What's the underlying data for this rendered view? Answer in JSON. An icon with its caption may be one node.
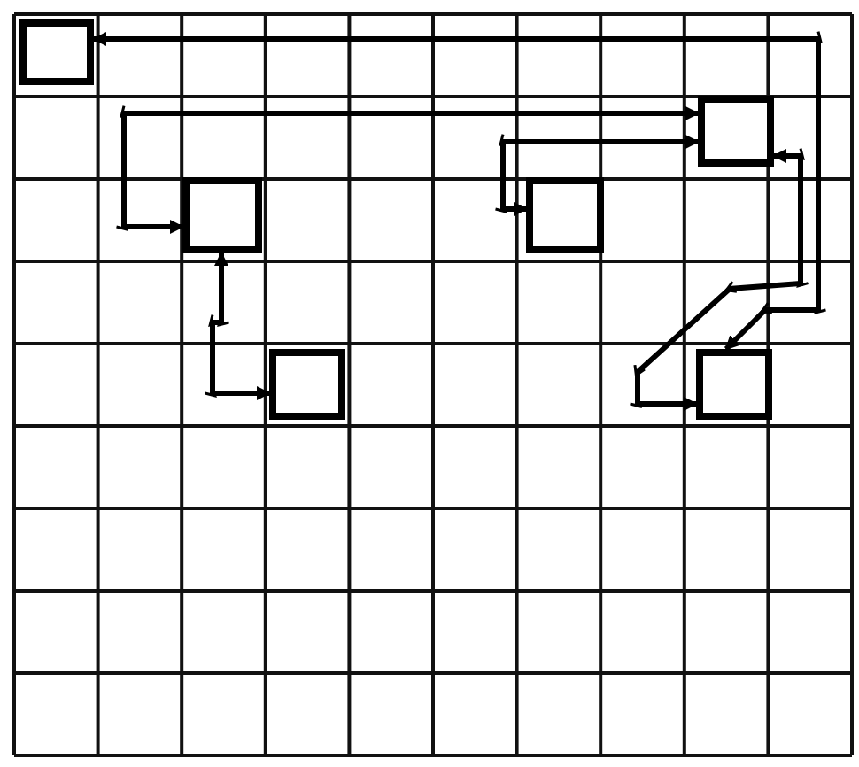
{
  "diagram": {
    "nodes": [
      {
        "text": [],
        "shape": "box"
      },
      {
        "text": [],
        "shape": "box"
      },
      {
        "text": [],
        "shape": "box"
      },
      {
        "text": [],
        "shape": "box"
      },
      {
        "text": [],
        "shape": "box"
      },
      {
        "text": [],
        "shape": "box"
      }
    ],
    "edges": [
      {
        "from": 0,
        "to": 5,
        "arrow": "both"
      },
      {
        "from": 1,
        "to": 5,
        "arrow": "both"
      },
      {
        "from": 1,
        "to": 3,
        "arrow": "both"
      },
      {
        "from": 1,
        "to": 2,
        "arrow": "both"
      },
      {
        "from": 2,
        "to": 4,
        "arrow": "both"
      }
    ]
  }
}
